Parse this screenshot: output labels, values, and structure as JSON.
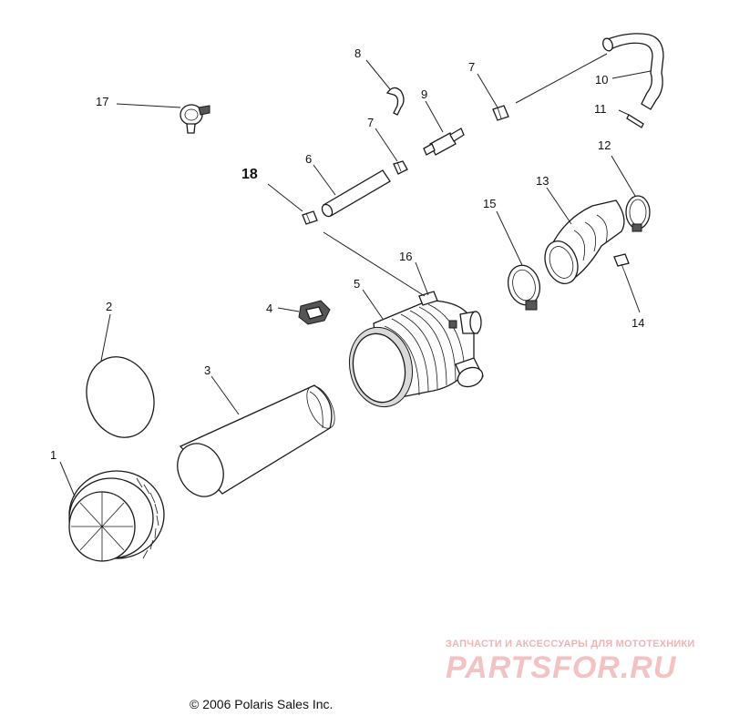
{
  "callouts": {
    "c1": "1",
    "c2": "2",
    "c3": "3",
    "c4": "4",
    "c5": "5",
    "c6": "6",
    "c7a": "7",
    "c7b": "7",
    "c8": "8",
    "c9": "9",
    "c10": "10",
    "c11": "11",
    "c12": "12",
    "c13": "13",
    "c14": "14",
    "c15": "15",
    "c16": "16",
    "c17": "17",
    "c18": "18"
  },
  "footer": {
    "copyright": "© 2006 Polaris Sales Inc."
  },
  "watermark": {
    "tagline": "ЗАПЧАСТИ И АКСЕССУАРЫ ДЛЯ МОТОТЕХНИКИ",
    "brand": "PARTSFOR.RU",
    "color": "#f3c2c2"
  }
}
